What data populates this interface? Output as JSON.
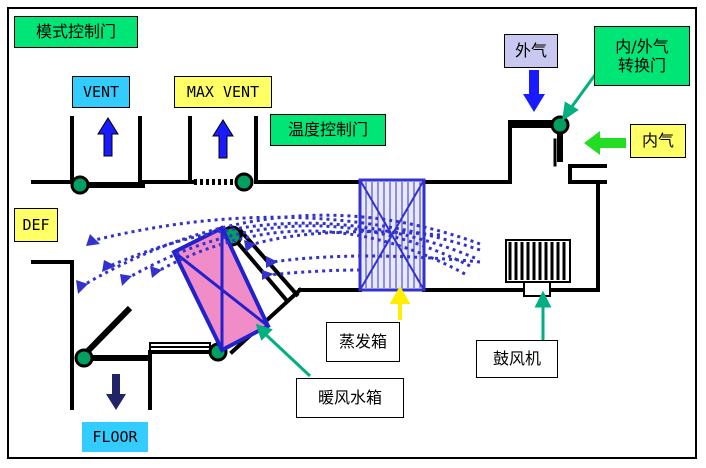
{
  "colors": {
    "air_green": "#00e676",
    "label_yellow": "#ffff66",
    "label_cyan": "#33ccff",
    "label_lavender": "#c8c8f0",
    "arrow_blue": "#0000ff",
    "flow_dots": "#3333cc",
    "heater_pink": "#f08cc8",
    "evaporator_blue": "#3333cc",
    "pointer_teal": "#00b080",
    "pointer_yellow": "#ffff00",
    "duct_black": "#000000"
  },
  "labels": {
    "mode_door": "模式控制门",
    "vent": "VENT",
    "max_vent": "MAX VENT",
    "temp_door": "温度控制门",
    "def": "DEF",
    "floor": "FLOOR",
    "outside_air": "外气",
    "recirc_door": "内/外气\n转换门",
    "inside_air": "内气",
    "evaporator": "蒸发箱",
    "blower": "鼓风机",
    "heater_core": "暖风水箱"
  },
  "icons": {
    "vent_arrow": "up-arrow-icon",
    "max_vent_arrow": "up-arrow-icon",
    "floor_arrow": "down-arrow-icon",
    "outside_air_arrow": "down-arrow-icon",
    "inside_air_arrow": "left-arrow-icon"
  }
}
